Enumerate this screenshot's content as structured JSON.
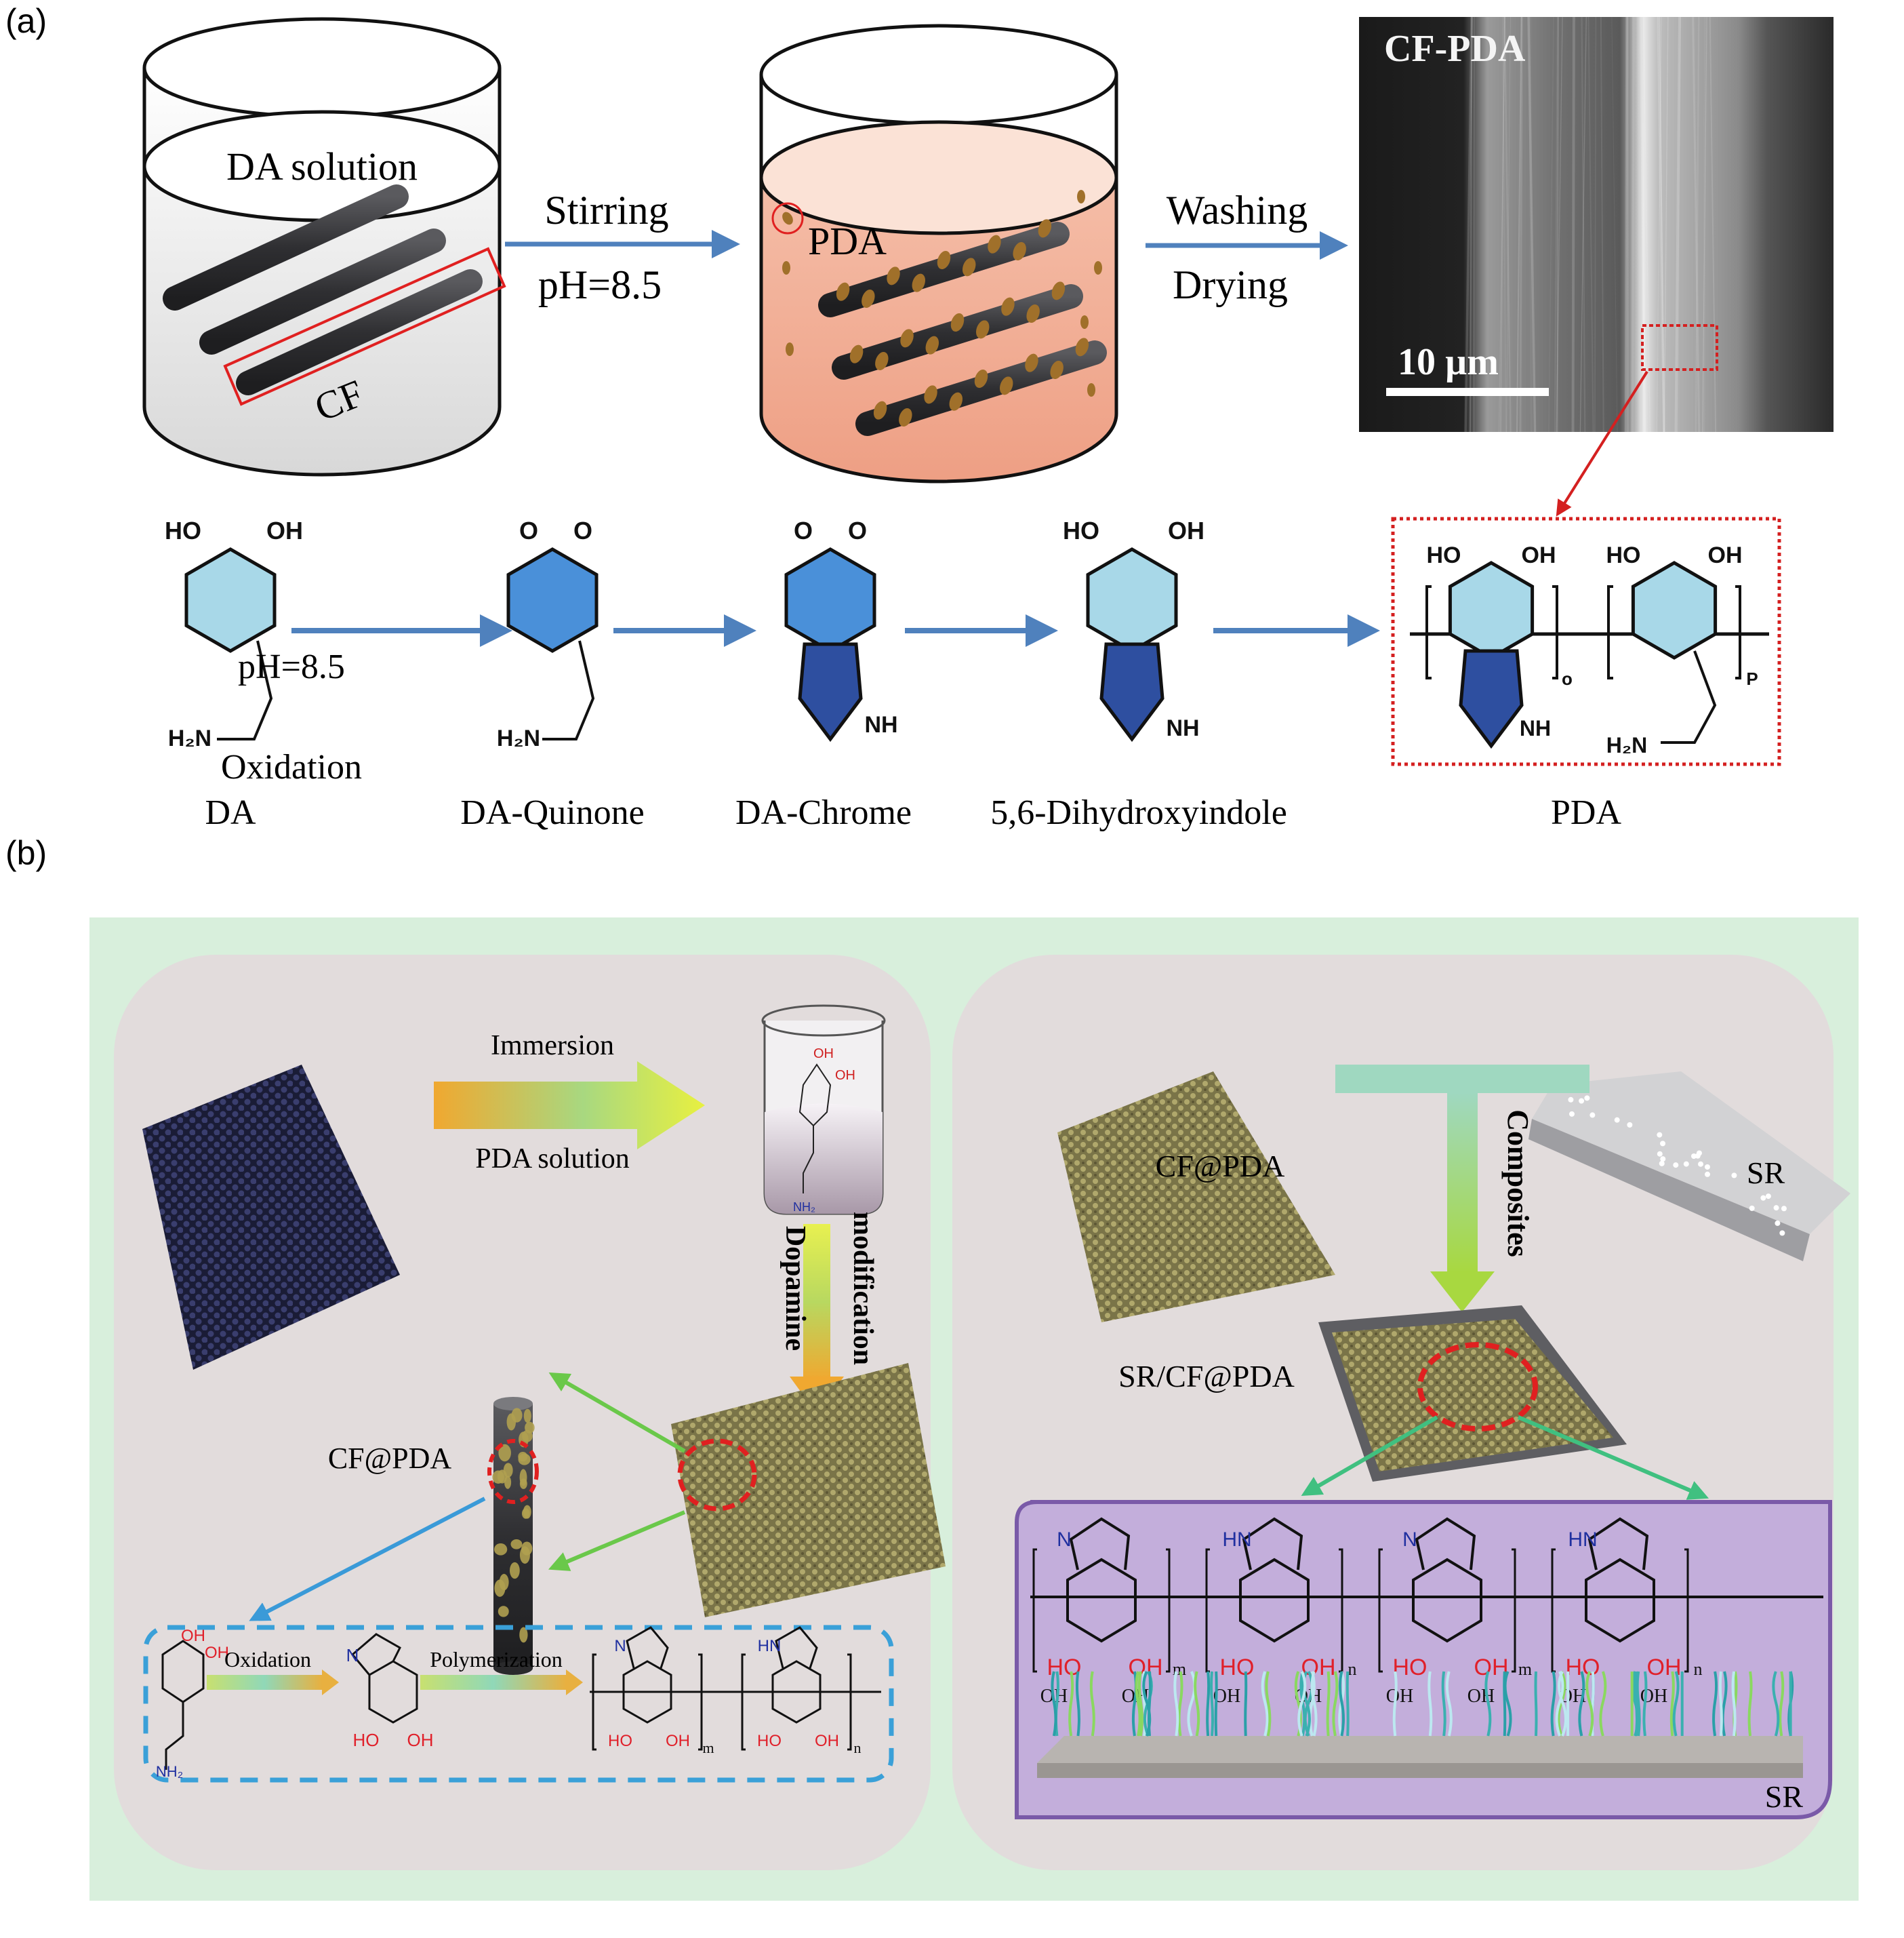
{
  "panel_a": {
    "label": "(a)",
    "beaker1_label": "DA solution",
    "cf_label": "CF",
    "arrow1_top": "Stirring",
    "arrow1_bottom": "pH=8.5",
    "pda_label": "PDA",
    "arrow2_top": "Washing",
    "arrow2_bottom": "Drying",
    "sem_title": "CF-PDA",
    "sem_scale": "10 µm",
    "reaction_arrow_top": "pH=8.5",
    "reaction_arrow_bottom": "Oxidation",
    "compounds": [
      "DA",
      "DA-Quinone",
      "DA-Chrome",
      "5,6-Dihydroxyindole",
      "PDA"
    ],
    "atoms": {
      "ho": "HO",
      "oh": "OH",
      "o": "O",
      "nh": "NH",
      "h2n": "H₂N",
      "sub_o": "o",
      "sub_p": "P"
    }
  },
  "panel_b": {
    "label": "(b)",
    "immersion": "Immersion",
    "pda_solution": "PDA solution",
    "dopamine": "Dopamine",
    "modification": "modification",
    "cf_pda_left": "CF@PDA",
    "oxidation": "Oxidation",
    "polymerization": "Polymerization",
    "cf_pda_right": "CF@PDA",
    "sr_top": "SR",
    "composites": "Composites",
    "sr_cf_pda": "SR/CF@PDA",
    "sr_bottom": "SR",
    "atoms": {
      "oh": "OH",
      "ho": "HO",
      "n": "N",
      "hn": "HN",
      "nh2": "NH₂",
      "m": "m",
      "n_sub": "n"
    }
  },
  "colors": {
    "arrow_blue": "#4f81bd",
    "ring_light": "#a8d8e8",
    "ring_mid": "#4a90d9",
    "ring_dark": "#2e4fa0",
    "solution_pink": "#f2b39c",
    "fiber_dark": "#3a3a3c",
    "pda_particle": "#a0702a",
    "red_highlight": "#e02020",
    "panel_green": "#d8efdc",
    "panel_gray": "#e0dcdc",
    "fabric_gold": "#8a8450",
    "fabric_navy": "#23264a",
    "box_blue": "#3aa0d8",
    "purple_box": "#c3aedb",
    "purple_border": "#7a5aa8",
    "chem_red": "#e0202a",
    "chem_blue": "#2030a0"
  }
}
